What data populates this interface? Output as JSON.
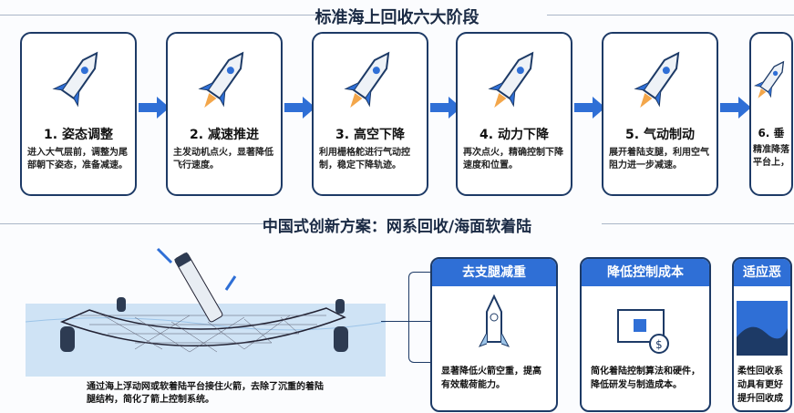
{
  "section1": {
    "title": "标准海上回收六大阶段",
    "stages": [
      {
        "title": "1. 姿态调整",
        "desc": "进入大气层前，调整为尾部朝下姿态，准备减速。",
        "icon": "rocket-icon"
      },
      {
        "title": "2. 减速推进",
        "desc": "主发动机点火，显著降低飞行速度。",
        "icon": "rocket-firing-icon"
      },
      {
        "title": "3. 高空下降",
        "desc": "利用栅格舵进行气动控制，稳定下降轨迹。",
        "icon": "grid-fin-rocket-icon"
      },
      {
        "title": "4. 动力下降",
        "desc": "再次点火，精确控制下降速度和位置。",
        "icon": "rocket-firing-icon"
      },
      {
        "title": "5. 气动制动",
        "desc": "展开着陆支腿，利用空气阻力进一步减速。",
        "icon": "rocket-legs-icon"
      },
      {
        "title": "6. 垂",
        "desc": "精准降落平台上，",
        "icon": "ship-icon"
      }
    ]
  },
  "section2": {
    "title": "中国式创新方案：网系回收/海面软着陆",
    "caption": "通过海上浮动网或软着陆平台接住火箭，去除了沉重的着陆腿结构，简化了箭上控制系统。",
    "benefits": [
      {
        "title": "去支腿减重",
        "desc": "显著降低火箭空重，提高有效载荷能力。"
      },
      {
        "title": "降低控制成本",
        "desc": "简化着陆控制算法和硬件，降低研发与制造成本。"
      },
      {
        "title": "适应恶",
        "desc": "柔性回收系动具有更好提升回收成"
      }
    ]
  },
  "colors": {
    "accent": "#2f6fd6",
    "border": "#1d3a66"
  }
}
